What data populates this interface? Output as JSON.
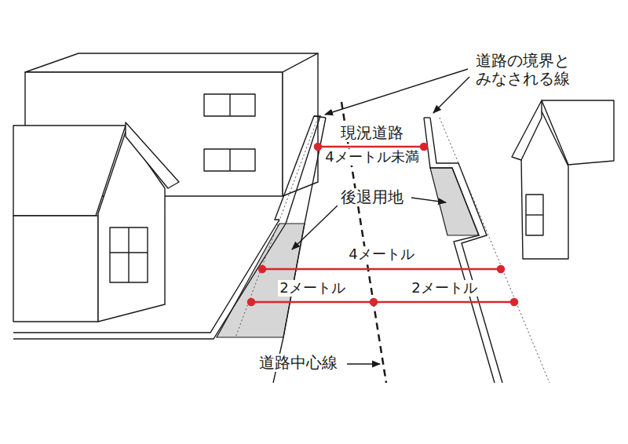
{
  "diagram": {
    "labels": [
      "道路の境界と みなされる線",
      "現況道路",
      "4メートル未満",
      "後退用地",
      "4メートル",
      "2メートル",
      "2メートル",
      "道路中心線"
    ]
  }
}
